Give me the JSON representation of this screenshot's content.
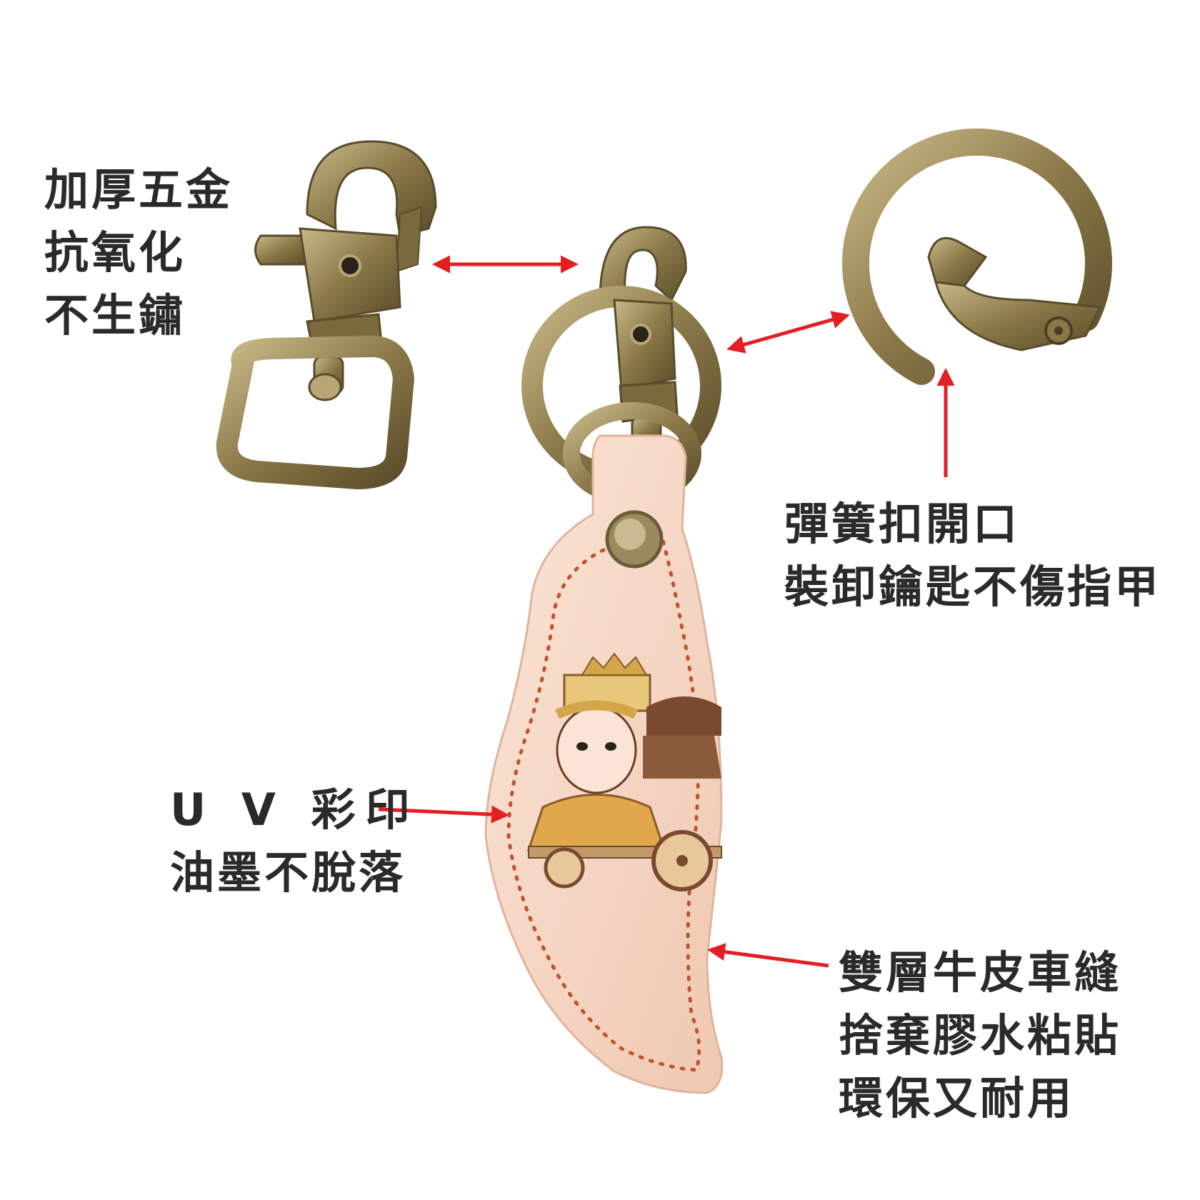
{
  "labels": {
    "hardware": {
      "lines": [
        "加厚五金",
        "抗氧化",
        "不生鏽"
      ]
    },
    "ring": {
      "lines": [
        "彈簧扣開口",
        "裝卸鑰匙不傷指甲"
      ]
    },
    "uv": {
      "lines": [
        "U V 彩印",
        "油墨不脫落"
      ]
    },
    "stitch": {
      "lines": [
        "雙層牛皮車縫",
        "捨棄膠水粘貼",
        "環保又耐用"
      ]
    }
  },
  "colors": {
    "background": "#ffffff",
    "text": "#2a2a2a",
    "arrow": "#e31e24",
    "brass": "#8a7848",
    "brass_light": "#b8a676",
    "brass_dark": "#5a4c2a",
    "leather": "#f6d6c3",
    "stitch": "#c0552c"
  }
}
